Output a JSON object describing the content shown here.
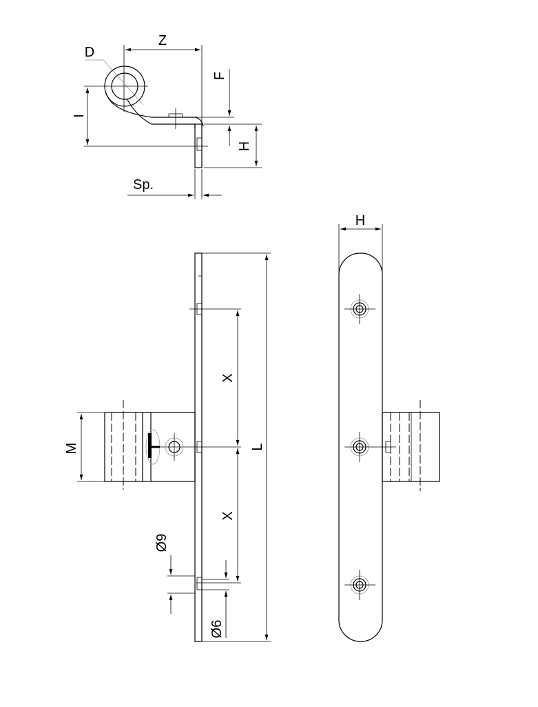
{
  "drawing": {
    "top_view": {
      "z_label": "Z",
      "d_label": "D",
      "f_label": "F",
      "i_label": "I",
      "h_label": "H",
      "sp_label": "Sp."
    },
    "side_view": {
      "x_label_upper": "X",
      "x_label_lower": "X",
      "m_label": "M",
      "l_label": "L",
      "dia9_label": "Ø9",
      "dia6_label": "Ø6"
    },
    "front_view": {
      "h_label": "H"
    }
  }
}
